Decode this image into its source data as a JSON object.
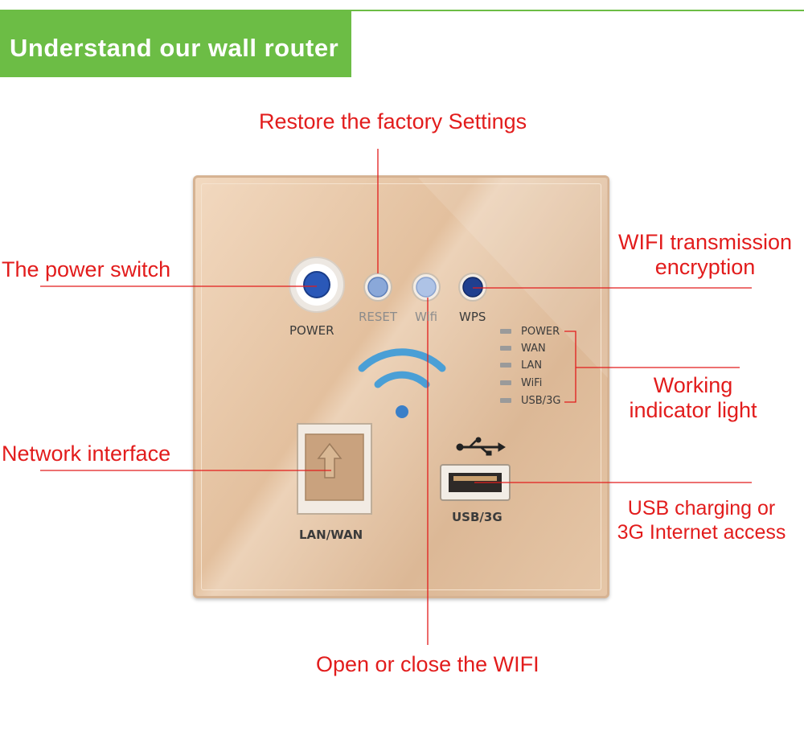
{
  "banner": {
    "title": "Understand our wall router"
  },
  "labels": {
    "restore": "Restore the factory Settings",
    "power_switch": "The power switch",
    "wifi_encryption_line1": "WIFI transmission",
    "wifi_encryption_line2": "encryption",
    "working_line1": "Working",
    "working_line2": "indicator light",
    "network": "Network interface",
    "usb_line1": "USB charging or",
    "usb_line2": "3G Internet access",
    "open_wifi": "Open or close the WIFI"
  },
  "panel": {
    "power": "POWER",
    "reset": "RESET",
    "wifi": "Wifi",
    "wps": "WPS",
    "lan_wan": "LAN/WAN",
    "usb_3g": "USB/3G",
    "indicators": [
      "POWER",
      "WAN",
      "LAN",
      "WiFi",
      "USB/3G"
    ]
  },
  "colors": {
    "banner": "#6cbd45",
    "label_red": "#e21c1c",
    "wifi_blue": "#4a9fd6",
    "button_blue": "#2a58b8"
  }
}
